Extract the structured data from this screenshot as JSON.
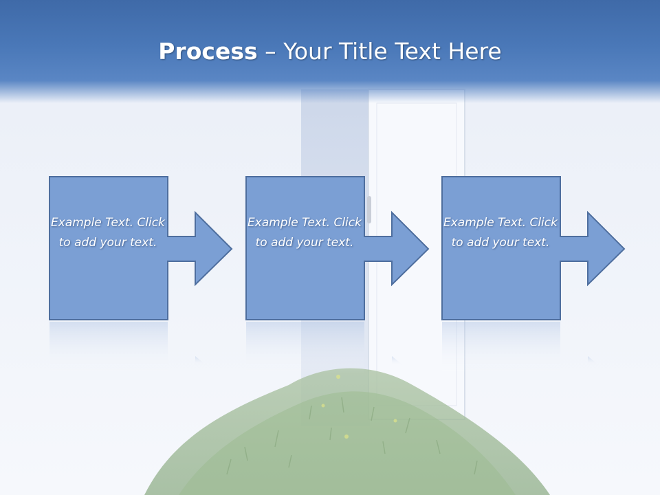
{
  "slide": {
    "title_bold": "Process",
    "title_rest": " – Your Title Text Here"
  },
  "steps": [
    {
      "text": "Example Text. Click  to add your text."
    },
    {
      "text": "Example Text. Click  to add your text."
    },
    {
      "text": "Example Text. Click  to add your text."
    }
  ],
  "colors": {
    "box_fill": "#7b9fd4",
    "box_border": "#4e6e9e",
    "title_bar": "#4a78b8",
    "title_text": "#ffffff"
  },
  "icons": [
    "right-arrow-icon",
    "door-image",
    "grass-image"
  ]
}
